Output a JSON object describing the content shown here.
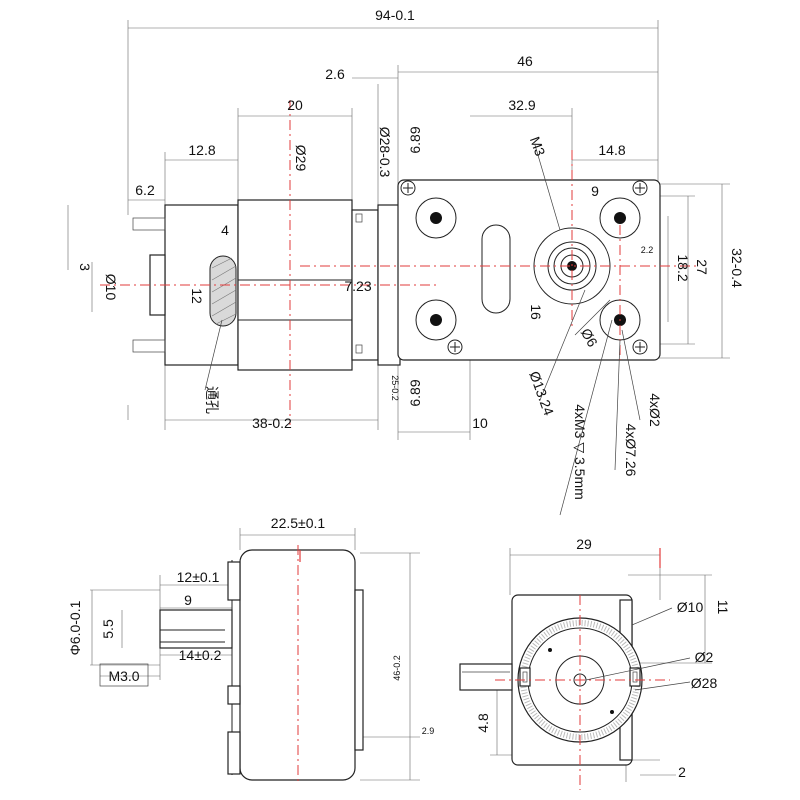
{
  "top_view": {
    "overall_length": "94-0.1",
    "gearbox_length": "46",
    "offset_2_6": "2.6",
    "motor_dia_28": "Ø28-0.3",
    "len_20": "20",
    "shaft_offset_32_9": "32.9",
    "dia_29": "Ø29",
    "mount_6_89_top": "6.89",
    "len_12_8": "12.8",
    "thread_m3": "M3",
    "len_14_8": "14.8",
    "len_6_2": "6.2",
    "len_9": "9",
    "len_4": "4",
    "len_3": "3",
    "dia_10": "Ø10",
    "len_12": "12",
    "len_7_23": "7.23",
    "len_2_2": "2.2",
    "len_27": "27",
    "len_18_2": "18.2",
    "width_32": "32-0.4",
    "len_16": "16",
    "dia_6": "Ø6",
    "len_25": "25-0.2",
    "mount_6_89_bottom": "6.89",
    "len_10": "10",
    "motor_length": "38-0.2",
    "through_hole": "通孔",
    "dia_13_24": "Ø13.24",
    "holes_m3": "4xM3 ▽ 3.5mm",
    "holes_2": "4xØ2",
    "holes_7_26": "4xØ7.26"
  },
  "side_view": {
    "width_22_5": "22.5±0.1",
    "len_12": "12±0.1",
    "len_9": "9",
    "shaft_dia": "Φ6.0-0.1",
    "len_5_5": "5.5",
    "len_14": "14±0.2",
    "thread": "M3.0",
    "height_46": "46-0.2",
    "len_2_9": "2.9"
  },
  "end_view": {
    "width_29": "29",
    "dia_10": "Ø10",
    "len_11": "11",
    "dia_2": "Ø2",
    "dia_28": "Ø28",
    "len_4_8": "4.8",
    "len_2": "2"
  }
}
